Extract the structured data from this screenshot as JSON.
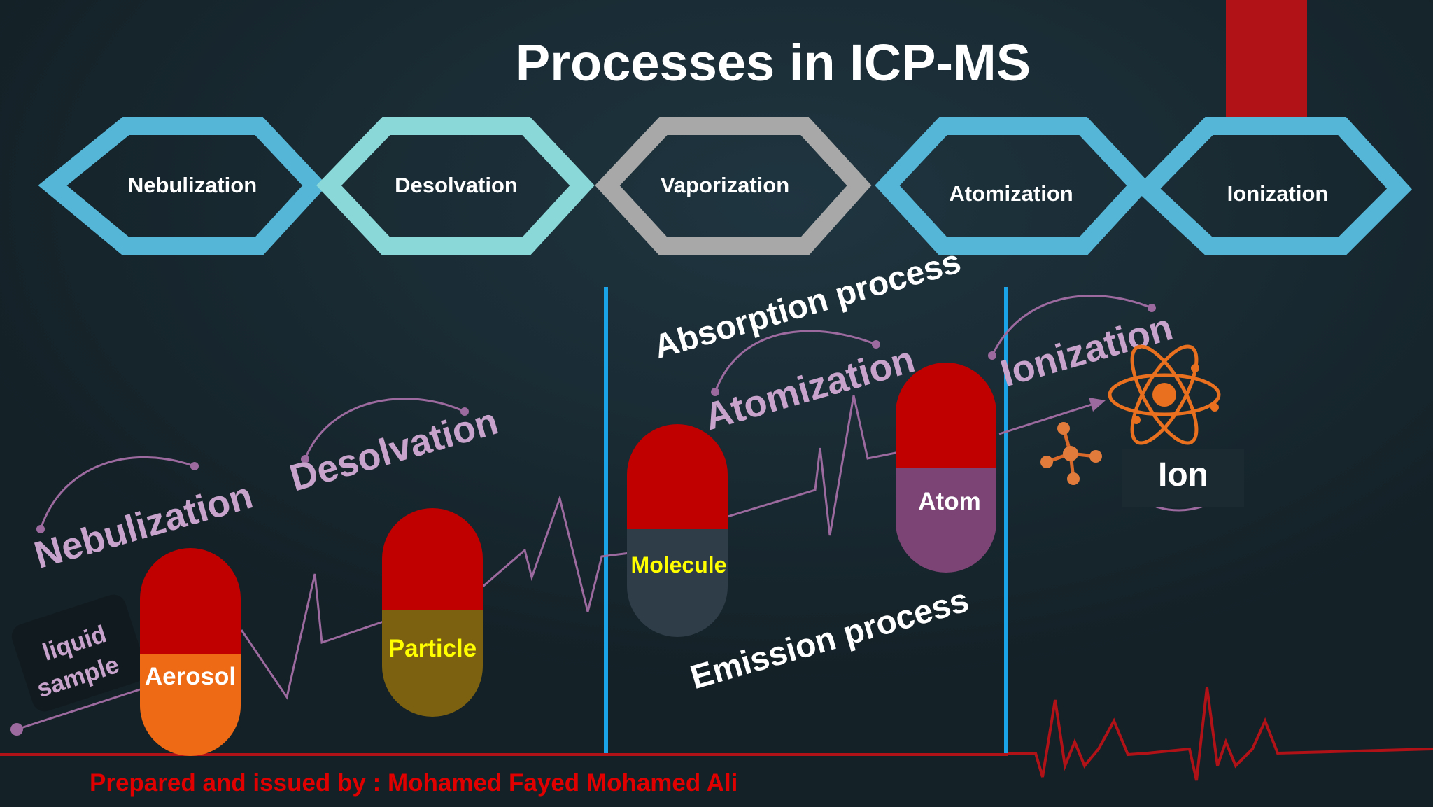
{
  "title": "Processes in ICP-MS",
  "steps": [
    "Nebulization",
    "Desolvation",
    "Vaporization",
    "Atomization",
    "Ionization"
  ],
  "labels": {
    "absorption": "Absorption process",
    "emission": "Emission process",
    "liquid_line1": "liquid",
    "liquid_line2": "sample",
    "nebulization": "Nebulization",
    "desolvation": "Desolvation",
    "atomization": "Atomization",
    "ionization": "Ionization",
    "ion": "Ion"
  },
  "capsules": {
    "aerosol": "Aerosol",
    "particle": "Particle",
    "molecule": "Molecule",
    "atom": "Atom"
  },
  "credit": "Prepared and issued by : Mohamed Fayed Mohamed Ali",
  "colors": {
    "background": "#17262c",
    "capsule_red": "#c00000",
    "aerosol": "#ee6a15",
    "particle": "#7b6110",
    "molecule": "#2e3d48",
    "atom": "#7b4474",
    "label_purple": "#c8a3cb",
    "yellow_text": "#ffff00",
    "divider_blue": "#1aa3e6",
    "credit_red": "#e00000",
    "hex_blue": "#55b6d8",
    "hex_teal": "#8ad8d8",
    "hex_gray": "#a8a8a8",
    "atom_orange": "#e8701f"
  }
}
